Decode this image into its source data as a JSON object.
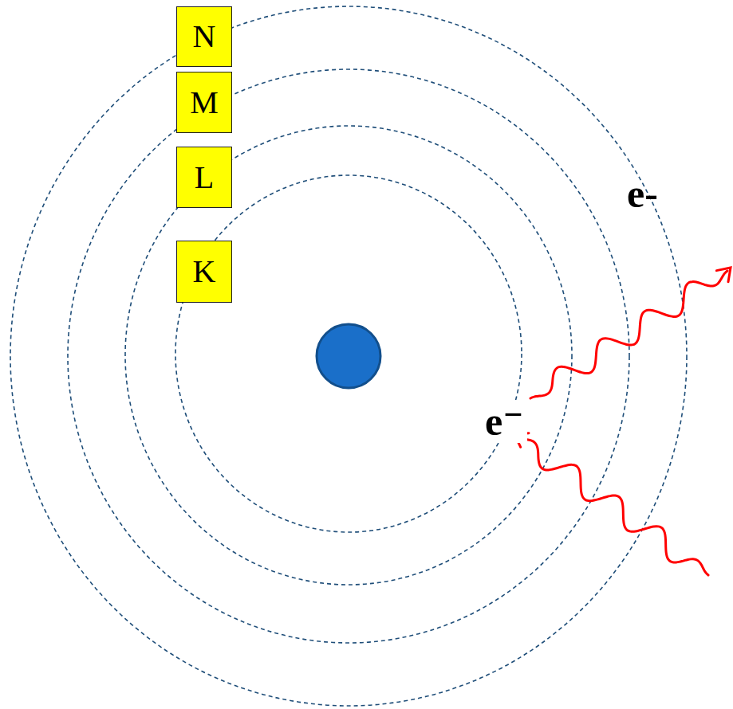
{
  "diagram": {
    "nodes": [
      {
        "text": [
          "N"
        ]
      },
      {
        "text": [
          "M"
        ]
      },
      {
        "text": [
          "L"
        ]
      },
      {
        "text": [
          "K"
        ]
      }
    ],
    "labels": [
      "e-",
      "e⁻"
    ]
  }
}
